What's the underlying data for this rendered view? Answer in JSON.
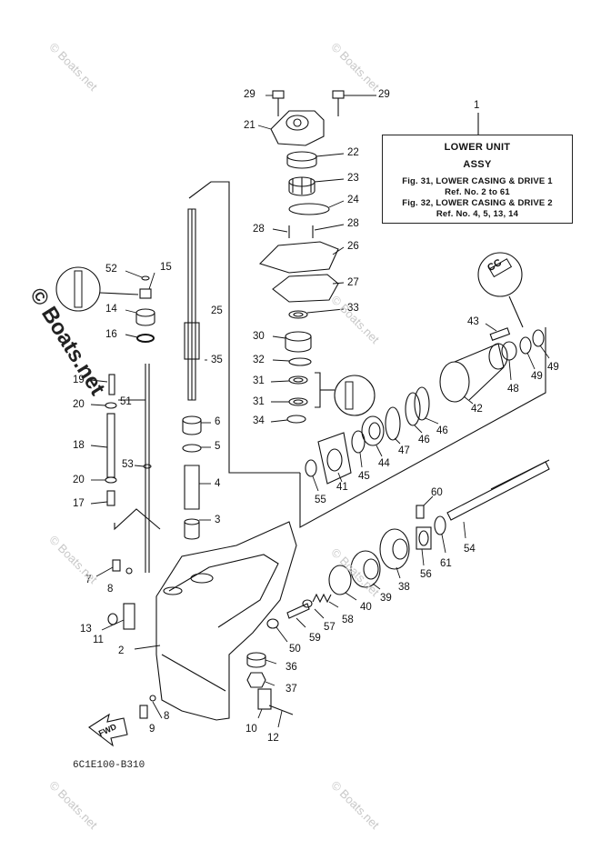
{
  "legend": {
    "ref_number": "1",
    "title_line1": "LOWER UNIT",
    "title_line2": "ASSY",
    "line1": "Fig. 31, LOWER CASING & DRIVE 1",
    "line2": "Ref. No. 2 to 61",
    "line3": "Fig. 32, LOWER CASING & DRIVE 2",
    "line4": "Ref. No. 4, 5, 13, 14"
  },
  "footer_code": "6C1E100-B310",
  "fwd_label": "FWD",
  "cc_label": "CC",
  "watermark": "© Boats.net",
  "callouts": [
    {
      "id": "29a",
      "text": "29"
    },
    {
      "id": "29b",
      "text": "29"
    },
    {
      "id": "21",
      "text": "21"
    },
    {
      "id": "22",
      "text": "22"
    },
    {
      "id": "23",
      "text": "23"
    },
    {
      "id": "24",
      "text": "24"
    },
    {
      "id": "28a",
      "text": "28"
    },
    {
      "id": "28b",
      "text": "28"
    },
    {
      "id": "26",
      "text": "26"
    },
    {
      "id": "27",
      "text": "27"
    },
    {
      "id": "33",
      "text": "33"
    },
    {
      "id": "30",
      "text": "30"
    },
    {
      "id": "32",
      "text": "32"
    },
    {
      "id": "31a",
      "text": "31"
    },
    {
      "id": "31b",
      "text": "31"
    },
    {
      "id": "34",
      "text": "34"
    },
    {
      "id": "25",
      "text": "25"
    },
    {
      "id": "35",
      "text": "35"
    },
    {
      "id": "6",
      "text": "6"
    },
    {
      "id": "5",
      "text": "5"
    },
    {
      "id": "4",
      "text": "4"
    },
    {
      "id": "3",
      "text": "3"
    },
    {
      "id": "52",
      "text": "52"
    },
    {
      "id": "15",
      "text": "15"
    },
    {
      "id": "14",
      "text": "14"
    },
    {
      "id": "16",
      "text": "16"
    },
    {
      "id": "19",
      "text": "19"
    },
    {
      "id": "20a",
      "text": "20"
    },
    {
      "id": "51",
      "text": "51"
    },
    {
      "id": "18",
      "text": "18"
    },
    {
      "id": "53",
      "text": "53"
    },
    {
      "id": "20b",
      "text": "20"
    },
    {
      "id": "17",
      "text": "17"
    },
    {
      "id": "7",
      "text": "7"
    },
    {
      "id": "8a",
      "text": "8"
    },
    {
      "id": "13",
      "text": "13"
    },
    {
      "id": "11",
      "text": "11"
    },
    {
      "id": "2",
      "text": "2"
    },
    {
      "id": "8b",
      "text": "8"
    },
    {
      "id": "9",
      "text": "9"
    },
    {
      "id": "10",
      "text": "10"
    },
    {
      "id": "12",
      "text": "12"
    },
    {
      "id": "37",
      "text": "37"
    },
    {
      "id": "36",
      "text": "36"
    },
    {
      "id": "50",
      "text": "50"
    },
    {
      "id": "59",
      "text": "59"
    },
    {
      "id": "57",
      "text": "57"
    },
    {
      "id": "58",
      "text": "58"
    },
    {
      "id": "40",
      "text": "40"
    },
    {
      "id": "39",
      "text": "39"
    },
    {
      "id": "38",
      "text": "38"
    },
    {
      "id": "56",
      "text": "56"
    },
    {
      "id": "61",
      "text": "61"
    },
    {
      "id": "60",
      "text": "60"
    },
    {
      "id": "54",
      "text": "54"
    },
    {
      "id": "55",
      "text": "55"
    },
    {
      "id": "41",
      "text": "41"
    },
    {
      "id": "45",
      "text": "45"
    },
    {
      "id": "44",
      "text": "44"
    },
    {
      "id": "47",
      "text": "47"
    },
    {
      "id": "46a",
      "text": "46"
    },
    {
      "id": "46b",
      "text": "46"
    },
    {
      "id": "42",
      "text": "42"
    },
    {
      "id": "48",
      "text": "48"
    },
    {
      "id": "49a",
      "text": "49"
    },
    {
      "id": "49b",
      "text": "49"
    },
    {
      "id": "43",
      "text": "43"
    }
  ]
}
